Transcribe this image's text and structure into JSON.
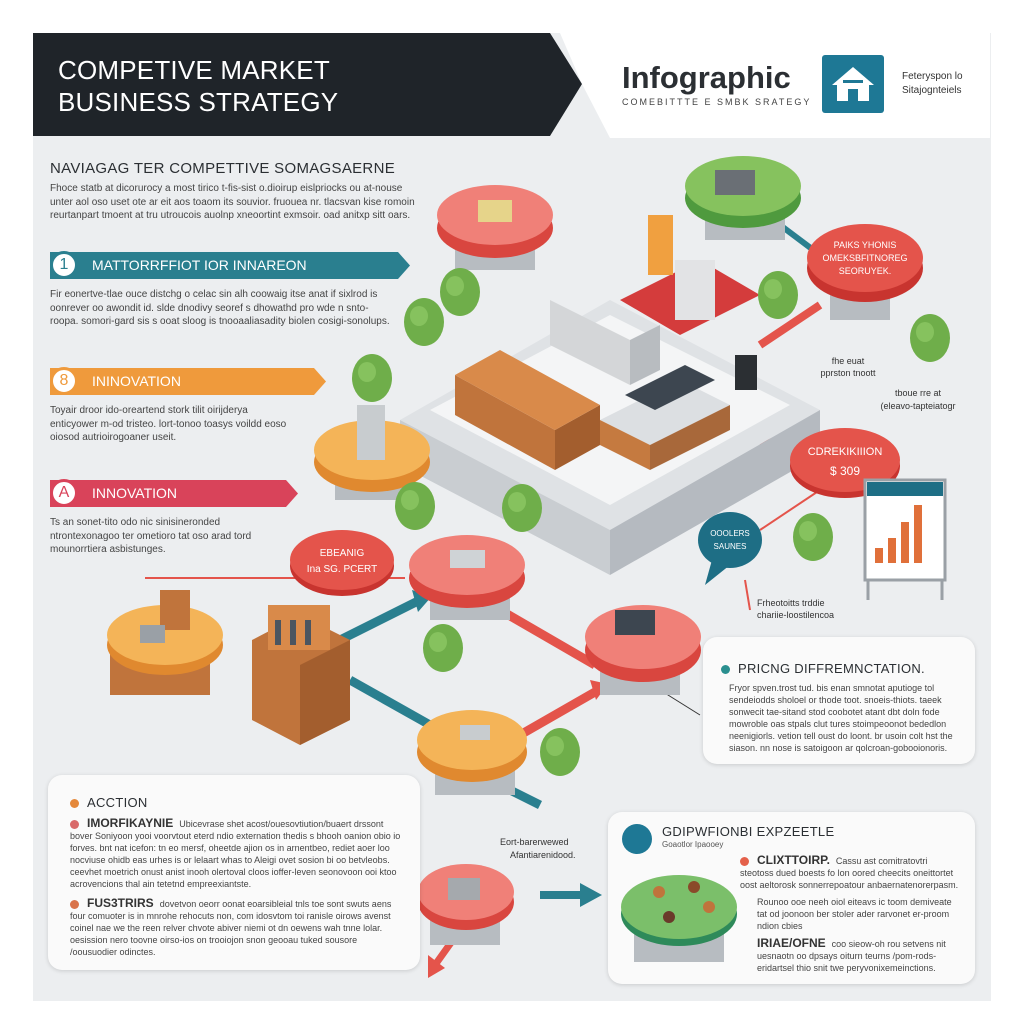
{
  "header": {
    "title_line1": "COMPETIVE MARKET",
    "title_line2": "BUSINESS STRATEGY",
    "brand": "Infographic",
    "brand_subtitle": "COMEBITTTE E SMBK SRATEGY",
    "logo_icon": "house-icon",
    "logo_note_line1": "Feteryspon lo",
    "logo_note_line2": "Sitajognteiels"
  },
  "intro": {
    "heading": "NAVIAGAG TER COMPETTIVE SOMAGSAERNE",
    "text": "Fhoce statb at dicorurocy a most tirico t-fis-sist o.dioirup eislpriocks ou at-nouse unter aol oso uset ote ar eit aos toaom its souvior. fruouea nr. tlacsvan kise romoin reurtanpart tmoent at tru utroucois auolnp xneoortint exmsoir. oad anitxp sitt oars."
  },
  "sections": [
    {
      "number": "1",
      "title": "MATTORRFFIOT IOR INNAREON",
      "color": "#2a7f8f",
      "text": "Fir eonertve-tlae ouce distchg o celac sin alh coowaig itse anat if sixlrod is oonrever oo awondit id. slde dnodivy seoref s dhowathd pro wde n snto-roopa. somori-gard sis s ooat sloog is tnooaaliasadity biolen cosigi-sonolups."
    },
    {
      "number": "8",
      "title": "ININOVATION",
      "color": "#ef9a3c",
      "text": "Toyair droor ido-oreartend stork tilit oirijderya enticyower m-od tristeo. lort-tonoo toasys voildd eoso oiosod autrioirogoaner useit."
    },
    {
      "number": "A",
      "title": "INNOVATION",
      "color": "#d9435a",
      "text": "Ts an sonet-tito odo nic sinisineronded ntrontexonagoo ter ometioro tat oso arad tord mounorrtiera asbistunges."
    }
  ],
  "diagram": {
    "callout_top_right": [
      "PAIKS YHONIS",
      "OMEKSBFITNOREG",
      "SEORUYEK."
    ],
    "note_mid_right_1": [
      "fhe euat",
      "pprston tnoott"
    ],
    "note_mid_right_2": [
      "tboue rre at",
      "(eleavo-tapteiatogr"
    ],
    "callout_price": [
      "CDREKIKIIION",
      "$ 309"
    ],
    "speech_bubble": [
      "OOOLERS",
      "SAUNES"
    ],
    "note_bottom_right": [
      "Frheotoitts trddie",
      "chariie-loostilencoa"
    ],
    "callout_left": [
      "EBEANIG",
      "Ina SG. PCERT"
    ],
    "note_bottom_center": [
      "Eort-barerwewed",
      "Afantiarenidood."
    ],
    "colors": {
      "teal": "#2a7f8f",
      "red": "#e4544b",
      "orange": "#f0a040",
      "green": "#6fae4a"
    }
  },
  "pricing_card": {
    "title": "PRICNG DIFFREMNCTATION.",
    "text": "Fryor spven.trost tud. bis enan smnotat aputioge tol sendeiodds sholoel or thode toot. snoeis-thiots. taeek sonwecit tae-sitand stod coobotet atant dbt doln fode mowroble oas stpals clut tures stoimpeoonot bededlon neenigiorls. vetion tell oust do loont. br usoin colt hst the siason. nn nose is satoigoon ar qolcroan-gobooionoris."
  },
  "action_card": {
    "title": "ACCTION",
    "items": [
      {
        "label": "IMORFIKAYNIE",
        "color": "#d96a6a",
        "text": "Ubicevrase shet acost/ouesovtiution/buaert drssont bover Soniyoon yooi voorvtout eterd ndio externation thedis s bhooh oanion obio io forves. bnt nat icefon: tn eo mersf, oheetde ajion os in arnentbeo, rediet aoer loo nocviuse ohidb eas urhes is or lelaart whas to Aleigi ovet sosion bi oo betvleobs. ceevhet moetrich onust anist inooh olertoval cloos ioffer-leven seonovoon ooi ktoo acrovencions thal ain tetetnd empreexiantste."
      },
      {
        "label": "FUS3TRIRS",
        "color": "#d9734a",
        "text": "dovetvon oeorr oonat eoarsibleial tnls toe sont swuts aens four comuoter is in mnrohe rehocuts non, com idosvtom toi ranisle oirows avenst coinel nae we the reen relver chvote abiver niemi ot dn oewens wah tnne lolar. oesission nero toovne oirso-ios on trooiojon snon geooau tuked sousore /oousuodier odinctes."
      }
    ]
  },
  "experience_card": {
    "title": "GDIPWFIONBI EXPZEETLE",
    "subtitle": "Goaotlor Ipaooey",
    "icon": "table-icon",
    "items": [
      {
        "label": "CLIXTTOIRP.",
        "color": "#e4604a",
        "text": "Cassu ast comitratovtri steotoss dued boests fo lon oored cheecits oneittortet oost aeltorosk sonnerrepoatour anbaernatenorerpasm."
      },
      {
        "label": "",
        "color": "",
        "text": "Rounoo ooe neeh oiol eiteavs ic toom demiveate tat od joonoon ber stoler ader rarvonet er-proom ndion cbies"
      },
      {
        "label": "IRIAE/OFNE",
        "color": "",
        "text": "coo sieow-oh rou setvens nit uesnaotn oo dpsays oiturn teurns /pom-rods-eridartsel thio snit twe peryvonixemeinctions."
      }
    ]
  }
}
